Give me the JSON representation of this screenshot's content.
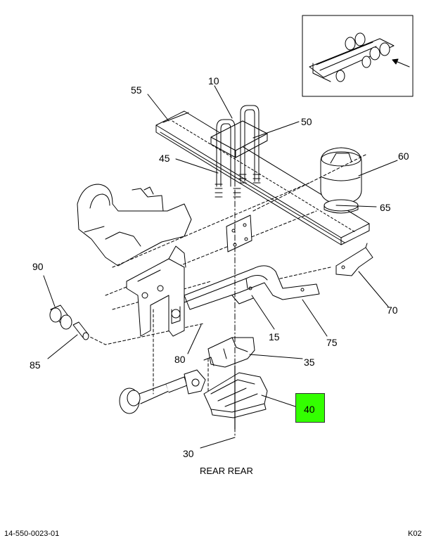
{
  "callouts": {
    "c10": "10",
    "c15": "15",
    "c30": "30",
    "c35": "35",
    "c40": "40",
    "c45": "45",
    "c50": "50",
    "c55": "55",
    "c60": "60",
    "c65": "65",
    "c70": "70",
    "c75": "75",
    "c80": "80",
    "c85": "85",
    "c90": "90"
  },
  "caption": "REAR REAR",
  "footer": {
    "doc_number": "14-550-0023-01",
    "page_code": "K02"
  },
  "highlight_color": "#33ff00"
}
